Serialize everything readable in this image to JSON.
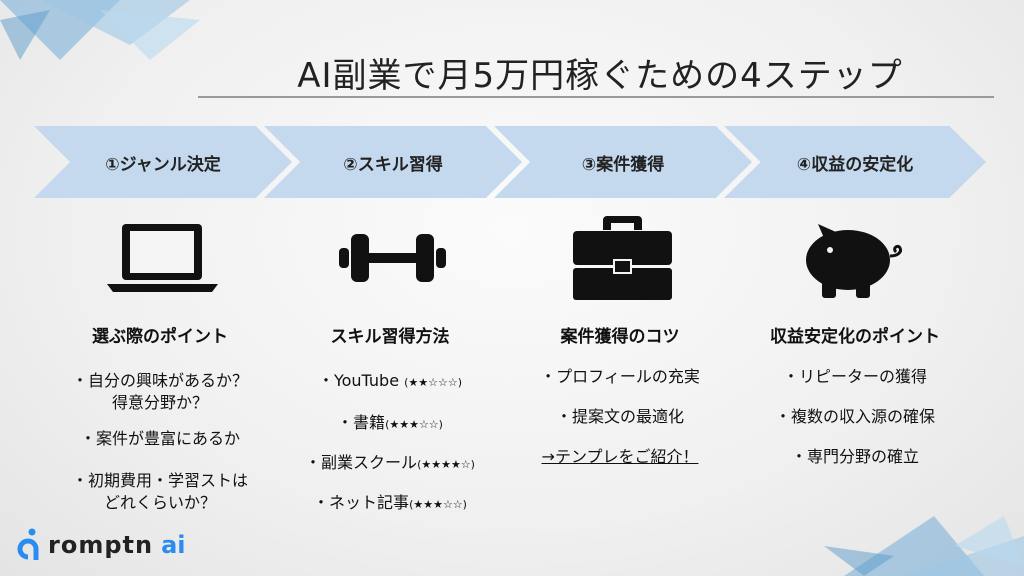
{
  "title": "AI副業で月5万円稼ぐための4ステップ",
  "accent_color": "#c5d9ee",
  "steps": [
    {
      "label": "①ジャンル決定",
      "icon": "laptop-icon",
      "heading": "選ぶ際のポイント",
      "items": [
        "・自分の興味があるか？\n得意分野か？",
        "・案件が豊富にあるか",
        "・初期費用・学習ストは\nどれくらいか？"
      ]
    },
    {
      "label": "②スキル習得",
      "icon": "dumbbell-icon",
      "heading": "スキル習得方法",
      "items": [
        {
          "text": "・YouTube ",
          "stars": "(★★☆☆☆)"
        },
        {
          "text": "・書籍",
          "stars": "(★★★☆☆)"
        },
        {
          "text": "・副業スクール",
          "stars": "(★★★★☆)"
        },
        {
          "text": "・ネット記事",
          "stars": "(★★★☆☆)"
        }
      ]
    },
    {
      "label": "③案件獲得",
      "icon": "briefcase-icon",
      "heading": "案件獲得のコツ",
      "items": [
        "・プロフィールの充実",
        "・提案文の最適化"
      ],
      "link": "→テンプレをご紹介！"
    },
    {
      "label": "④収益の安定化",
      "icon": "piggy-bank-icon",
      "heading": "収益安定化のポイント",
      "items": [
        "・リピーターの獲得",
        "・複数の収入源の確保",
        "・専門分野の確立"
      ]
    }
  ],
  "logo": {
    "name": "romptn",
    "suffix": "ai",
    "brand_color": "#2b8cf0"
  }
}
